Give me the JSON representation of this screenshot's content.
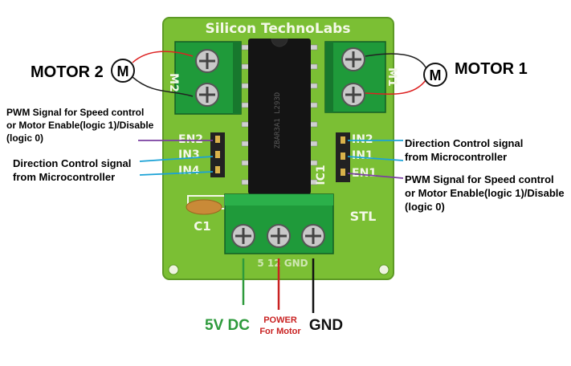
{
  "board": {
    "brand": "Silicon TechnoLabs",
    "silk_m2": "M2",
    "silk_m1": "M1",
    "silk_en2": "EN2",
    "silk_in3": "IN3",
    "silk_in4": "IN4",
    "silk_in2": "IN2",
    "silk_in1": "IN1",
    "silk_en1": "EN1",
    "silk_ic1": "IC1",
    "silk_c1": "C1",
    "silk_stl": "STL",
    "silk_power_pins": "5 12 GND",
    "colors": {
      "pcb": "#7bbf34",
      "terminal": "#1f9a3a",
      "chip": "#141414"
    }
  },
  "labels": {
    "motor2": "MOTOR 2",
    "motor1": "MOTOR 1",
    "motor_symbol": "M",
    "pwm_left_1": "PWM Signal for Speed control",
    "pwm_left_2": "or Motor Enable(logic 1)/Disable",
    "pwm_left_3": "(logic 0)",
    "dir_left_1": "Direction Control signal",
    "dir_left_2": "from Microcontroller",
    "dir_right_1": "Direction Control signal",
    "dir_right_2": "from Microcontroller",
    "pwm_right_1": "PWM Signal for Speed control",
    "pwm_right_2": "or Motor Enable(logic 1)/Disable",
    "pwm_right_3": "(logic 0)",
    "v5": "5V DC",
    "power_1": "POWER",
    "power_2": "For Motor",
    "gnd": "GND"
  },
  "colors": {
    "v5": "#2e9a3c",
    "power": "#c92222",
    "gnd": "#111111",
    "pwm_line": "#7a3fa0",
    "dir_line": "#1ba2d6"
  }
}
